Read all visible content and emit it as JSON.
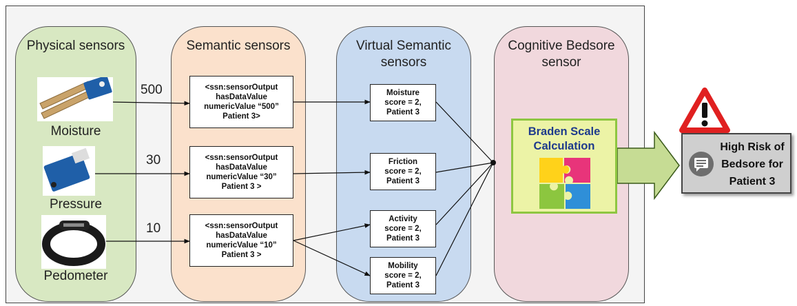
{
  "columns": {
    "physical": "Physical sensors",
    "semantic": "Semantic sensors",
    "virtual": [
      "Virtual Semantic",
      "sensors"
    ],
    "cognitive": [
      "Cognitive Bedsore",
      "sensor"
    ]
  },
  "physical_sensors": [
    {
      "name": "Moisture",
      "value": "500"
    },
    {
      "name": "Pressure",
      "value": "30"
    },
    {
      "name": "Pedometer",
      "value": "10"
    }
  ],
  "semantic_boxes": [
    [
      "<ssn:sensorOutput",
      "hasDataValue",
      "numericValue “500”",
      "Patient 3>"
    ],
    [
      "<ssn:sensorOutput",
      "hasDataValue",
      "numericValue “30”",
      "Patient 3 >"
    ],
    [
      "<ssn:sensorOutput",
      "hasDataValue",
      "numericValue “10”",
      "Patient 3 >"
    ]
  ],
  "virtual_boxes": [
    [
      "Moisture",
      "score = 2,",
      "Patient 3"
    ],
    [
      "Friction",
      "score = 2,",
      "Patient 3"
    ],
    [
      "Activity",
      "score = 2,",
      "Patient 3"
    ],
    [
      "Mobility",
      "score = 2,",
      "Patient 3"
    ]
  ],
  "braden": [
    "Braden Scale",
    "Calculation"
  ],
  "alert": [
    "High Risk of",
    "Bedsore for",
    "Patient 3"
  ],
  "colors": {
    "physical_bg": "#d8e8c2",
    "semantic_bg": "#fbe1cc",
    "virtual_bg": "#c8daf0",
    "cognitive_bg": "#f1d8dd",
    "braden_bg": "#ecf3a6",
    "braden_border": "#8ec641",
    "braden_text": "#1e3a8c",
    "output_arrow": "#c6dc94",
    "warning_red": "#e02020"
  },
  "icons": {
    "moisture": "soil-moisture-sensor-icon",
    "pressure": "pressure-sensor-icon",
    "pedometer": "fitness-band-icon",
    "puzzle": "puzzle-icon",
    "warning": "warning-triangle-icon",
    "chat": "speech-bubble-icon"
  }
}
